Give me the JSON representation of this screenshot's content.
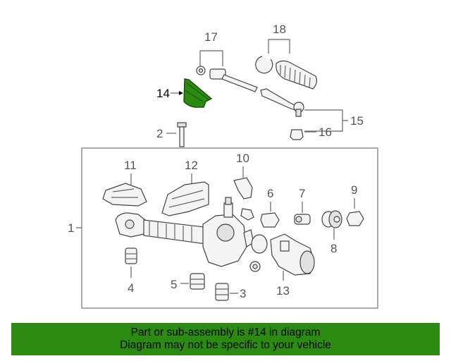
{
  "diagram": {
    "highlighted_part": "14",
    "highlight_color": "#2b8a10",
    "labels": {
      "p1": "1",
      "p2": "2",
      "p3": "3",
      "p4": "4",
      "p5": "5",
      "p6": "6",
      "p7": "7",
      "p8": "8",
      "p9": "9",
      "p10": "10",
      "p11": "11",
      "p12": "12",
      "p13": "13",
      "p14": "14",
      "p15": "15",
      "p16": "16",
      "p17": "17",
      "p18": "18"
    }
  },
  "banner": {
    "line1": "Part or sub-assembly is #14 in diagram",
    "line2": "Diagram may not be specific to your vehicle",
    "background": "#2b8a10"
  }
}
